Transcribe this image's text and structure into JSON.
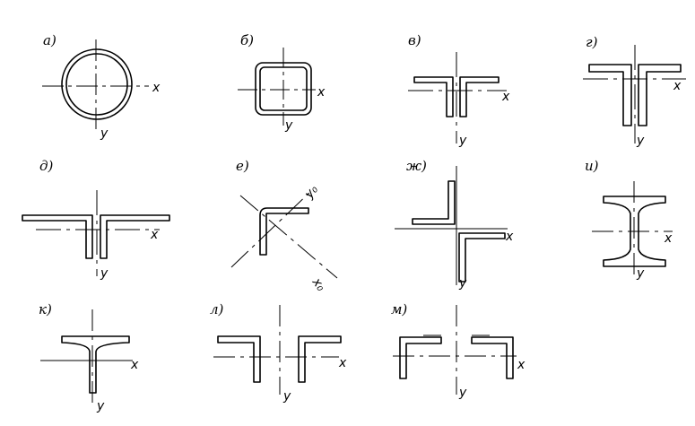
{
  "panels": [
    {
      "id": "a",
      "label": "а)",
      "axes": [
        "x",
        "y"
      ]
    },
    {
      "id": "b",
      "label": "б)",
      "axes": [
        "x",
        "y"
      ]
    },
    {
      "id": "v",
      "label": "в)",
      "axes": [
        "x",
        "y"
      ]
    },
    {
      "id": "g",
      "label": "г)",
      "axes": [
        "x",
        "y"
      ]
    },
    {
      "id": "d",
      "label": "д)",
      "axes": [
        "x",
        "y"
      ]
    },
    {
      "id": "e",
      "label": "е)",
      "axes": [
        "y₀",
        "x₀"
      ]
    },
    {
      "id": "zh",
      "label": "ж)",
      "axes": [
        "x",
        "y"
      ]
    },
    {
      "id": "i",
      "label": "и)",
      "axes": [
        "x",
        "y"
      ]
    },
    {
      "id": "k",
      "label": "к)",
      "axes": [
        "x",
        "y"
      ]
    },
    {
      "id": "l",
      "label": "л)",
      "axes": [
        "x",
        "y"
      ]
    },
    {
      "id": "m",
      "label": "м)",
      "axes": [
        "x",
        "y"
      ]
    }
  ]
}
